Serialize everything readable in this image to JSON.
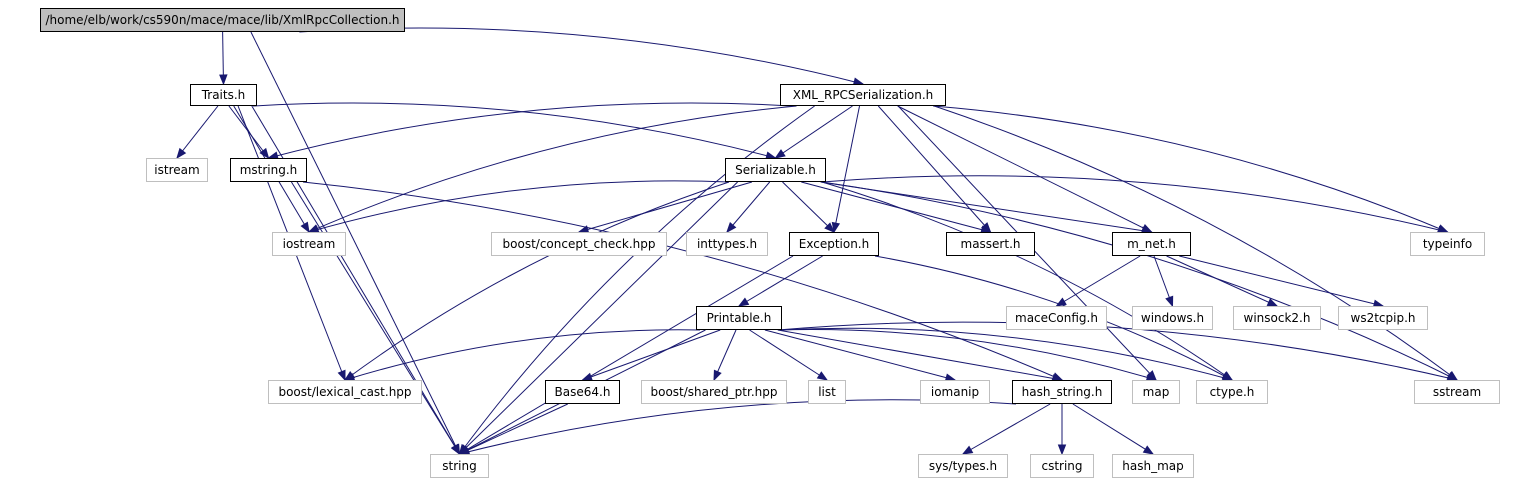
{
  "graph": {
    "colors": {
      "edge": "#191970",
      "internal_border": "#000000",
      "external_border": "#bfbfbf",
      "root_fill": "#bfbfbf"
    },
    "nodes": [
      {
        "id": "root",
        "label": "/home/elb/work/cs590n/mace/mace/lib/XmlRpcCollection.h",
        "kind": "root"
      },
      {
        "id": "traits",
        "label": "Traits.h",
        "kind": "internal"
      },
      {
        "id": "xmlrpc",
        "label": "XML_RPCSerialization.h",
        "kind": "internal"
      },
      {
        "id": "istream",
        "label": "istream",
        "kind": "external"
      },
      {
        "id": "mstring",
        "label": "mstring.h",
        "kind": "internal"
      },
      {
        "id": "serializable",
        "label": "Serializable.h",
        "kind": "internal"
      },
      {
        "id": "iostream",
        "label": "iostream",
        "kind": "external"
      },
      {
        "id": "conceptcheck",
        "label": "boost/concept_check.hpp",
        "kind": "external"
      },
      {
        "id": "inttypes",
        "label": "inttypes.h",
        "kind": "external"
      },
      {
        "id": "exception",
        "label": "Exception.h",
        "kind": "internal"
      },
      {
        "id": "massert",
        "label": "massert.h",
        "kind": "internal"
      },
      {
        "id": "mnet",
        "label": "m_net.h",
        "kind": "internal"
      },
      {
        "id": "typeinfo",
        "label": "typeinfo",
        "kind": "external"
      },
      {
        "id": "printable",
        "label": "Printable.h",
        "kind": "internal"
      },
      {
        "id": "maceconfig",
        "label": "maceConfig.h",
        "kind": "external"
      },
      {
        "id": "windows",
        "label": "windows.h",
        "kind": "external"
      },
      {
        "id": "winsock2",
        "label": "winsock2.h",
        "kind": "external"
      },
      {
        "id": "ws2tcpip",
        "label": "ws2tcpip.h",
        "kind": "external"
      },
      {
        "id": "lexicalcast",
        "label": "boost/lexical_cast.hpp",
        "kind": "external"
      },
      {
        "id": "base64",
        "label": "Base64.h",
        "kind": "internal"
      },
      {
        "id": "sharedptr",
        "label": "boost/shared_ptr.hpp",
        "kind": "external"
      },
      {
        "id": "list",
        "label": "list",
        "kind": "external"
      },
      {
        "id": "iomanip",
        "label": "iomanip",
        "kind": "external"
      },
      {
        "id": "hashstring",
        "label": "hash_string.h",
        "kind": "internal"
      },
      {
        "id": "map",
        "label": "map",
        "kind": "external"
      },
      {
        "id": "ctype",
        "label": "ctype.h",
        "kind": "external"
      },
      {
        "id": "sstream",
        "label": "sstream",
        "kind": "external"
      },
      {
        "id": "string",
        "label": "string",
        "kind": "external"
      },
      {
        "id": "systypes",
        "label": "sys/types.h",
        "kind": "external"
      },
      {
        "id": "cstring",
        "label": "cstring",
        "kind": "external"
      },
      {
        "id": "hashmap",
        "label": "hash_map",
        "kind": "external"
      }
    ],
    "edges": [
      [
        "root",
        "traits"
      ],
      [
        "root",
        "xmlrpc"
      ],
      [
        "root",
        "string"
      ],
      [
        "traits",
        "istream"
      ],
      [
        "traits",
        "mstring"
      ],
      [
        "traits",
        "serializable"
      ],
      [
        "traits",
        "iostream"
      ],
      [
        "traits",
        "lexicalcast"
      ],
      [
        "traits",
        "string"
      ],
      [
        "xmlrpc",
        "mstring"
      ],
      [
        "xmlrpc",
        "iostream"
      ],
      [
        "xmlrpc",
        "serializable"
      ],
      [
        "xmlrpc",
        "exception"
      ],
      [
        "xmlrpc",
        "massert"
      ],
      [
        "xmlrpc",
        "mnet"
      ],
      [
        "xmlrpc",
        "typeinfo"
      ],
      [
        "xmlrpc",
        "sstream"
      ],
      [
        "xmlrpc",
        "string"
      ],
      [
        "xmlrpc",
        "map"
      ],
      [
        "mstring",
        "string"
      ],
      [
        "mstring",
        "hashstring"
      ],
      [
        "serializable",
        "iostream"
      ],
      [
        "serializable",
        "conceptcheck"
      ],
      [
        "serializable",
        "inttypes"
      ],
      [
        "serializable",
        "exception"
      ],
      [
        "serializable",
        "massert"
      ],
      [
        "serializable",
        "mnet"
      ],
      [
        "serializable",
        "typeinfo"
      ],
      [
        "serializable",
        "sstream"
      ],
      [
        "serializable",
        "lexicalcast"
      ],
      [
        "serializable",
        "string"
      ],
      [
        "serializable",
        "ctype"
      ],
      [
        "exception",
        "printable"
      ],
      [
        "exception",
        "string"
      ],
      [
        "exception",
        "ctype"
      ],
      [
        "mnet",
        "maceconfig"
      ],
      [
        "mnet",
        "windows"
      ],
      [
        "mnet",
        "winsock2"
      ],
      [
        "mnet",
        "ws2tcpip"
      ],
      [
        "printable",
        "lexicalcast"
      ],
      [
        "printable",
        "base64"
      ],
      [
        "printable",
        "sharedptr"
      ],
      [
        "printable",
        "list"
      ],
      [
        "printable",
        "iomanip"
      ],
      [
        "printable",
        "hashstring"
      ],
      [
        "printable",
        "map"
      ],
      [
        "printable",
        "ctype"
      ],
      [
        "printable",
        "sstream"
      ],
      [
        "printable",
        "string"
      ],
      [
        "base64",
        "string"
      ],
      [
        "hashstring",
        "string"
      ],
      [
        "hashstring",
        "systypes"
      ],
      [
        "hashstring",
        "cstring"
      ],
      [
        "hashstring",
        "hashmap"
      ]
    ]
  }
}
